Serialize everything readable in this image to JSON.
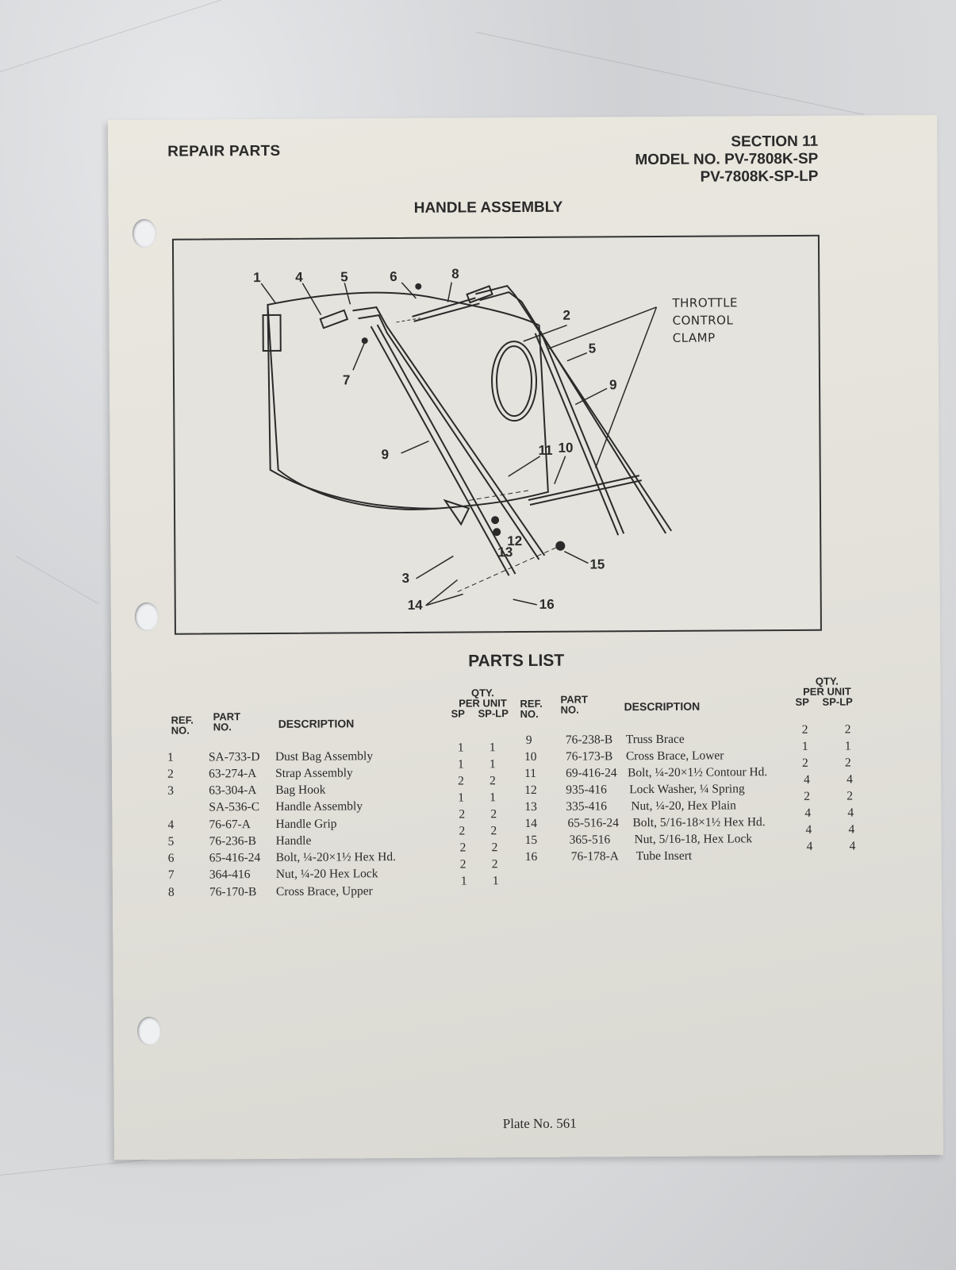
{
  "header": {
    "left_title": "REPAIR PARTS",
    "section": "SECTION 11",
    "model_line_1": "MODEL NO. PV-7808K-SP",
    "model_line_2": "PV-7808K-SP-LP"
  },
  "diagram": {
    "title": "HANDLE ASSEMBLY",
    "callouts": [
      "1",
      "4",
      "5",
      "6",
      "8",
      "2",
      "5",
      "9",
      "7",
      "9",
      "11",
      "10",
      "12",
      "13",
      "3",
      "15",
      "14",
      "16"
    ],
    "annotation": {
      "line1": "THROTTLE",
      "line2": "CONTROL",
      "line3": "CLAMP"
    }
  },
  "parts_list": {
    "title": "PARTS LIST",
    "headers": {
      "ref_no": [
        "REF.",
        "NO."
      ],
      "part_no": [
        "PART",
        "NO."
      ],
      "description": "DESCRIPTION",
      "qty": [
        "QTY.",
        "PER UNIT"
      ],
      "qty_sp": "SP",
      "qty_sp_lp": "SP-LP"
    },
    "left_rows": [
      {
        "ref": "1",
        "part": "SA-733-D",
        "desc": "Dust Bag Assembly",
        "sp": "1",
        "sp_lp": "1"
      },
      {
        "ref": "2",
        "part": "63-274-A",
        "desc": "Strap Assembly",
        "sp": "1",
        "sp_lp": "1"
      },
      {
        "ref": "3",
        "part": "63-304-A",
        "desc": "Bag Hook",
        "sp": "2",
        "sp_lp": "2"
      },
      {
        "ref": "",
        "part": "SA-536-C",
        "desc": "Handle Assembly",
        "sp": "1",
        "sp_lp": "1"
      },
      {
        "ref": "4",
        "part": "76-67-A",
        "desc": "Handle Grip",
        "sp": "2",
        "sp_lp": "2"
      },
      {
        "ref": "5",
        "part": "76-236-B",
        "desc": "Handle",
        "sp": "2",
        "sp_lp": "2"
      },
      {
        "ref": "6",
        "part": "65-416-24",
        "desc": "Bolt, ¼-20×1½ Hex Hd.",
        "sp": "2",
        "sp_lp": "2"
      },
      {
        "ref": "7",
        "part": "364-416",
        "desc": "Nut, ¼-20 Hex Lock",
        "sp": "2",
        "sp_lp": "2"
      },
      {
        "ref": "8",
        "part": "76-170-B",
        "desc": "Cross Brace, Upper",
        "sp": "1",
        "sp_lp": "1"
      }
    ],
    "right_rows": [
      {
        "ref": "9",
        "part": "76-238-B",
        "desc": "Truss Brace",
        "sp": "2",
        "sp_lp": "2"
      },
      {
        "ref": "10",
        "part": "76-173-B",
        "desc": "Cross Brace, Lower",
        "sp": "1",
        "sp_lp": "1"
      },
      {
        "ref": "11",
        "part": "69-416-24",
        "desc": "Bolt, ¼-20×1½ Contour Hd.",
        "sp": "2",
        "sp_lp": "2"
      },
      {
        "ref": "12",
        "part": "935-416",
        "desc": "Lock Washer, ¼ Spring",
        "sp": "4",
        "sp_lp": "4"
      },
      {
        "ref": "13",
        "part": "335-416",
        "desc": "Nut, ¼-20, Hex Plain",
        "sp": "2",
        "sp_lp": "2"
      },
      {
        "ref": "14",
        "part": "65-516-24",
        "desc": "Bolt, 5/16-18×1½ Hex Hd.",
        "sp": "4",
        "sp_lp": "4"
      },
      {
        "ref": "15",
        "part": "365-516",
        "desc": "Nut, 5/16-18, Hex Lock",
        "sp": "4",
        "sp_lp": "4"
      },
      {
        "ref": "16",
        "part": "76-178-A",
        "desc": "Tube Insert",
        "sp": "4",
        "sp_lp": "4"
      }
    ]
  },
  "footer": {
    "plate": "Plate No. 561"
  }
}
